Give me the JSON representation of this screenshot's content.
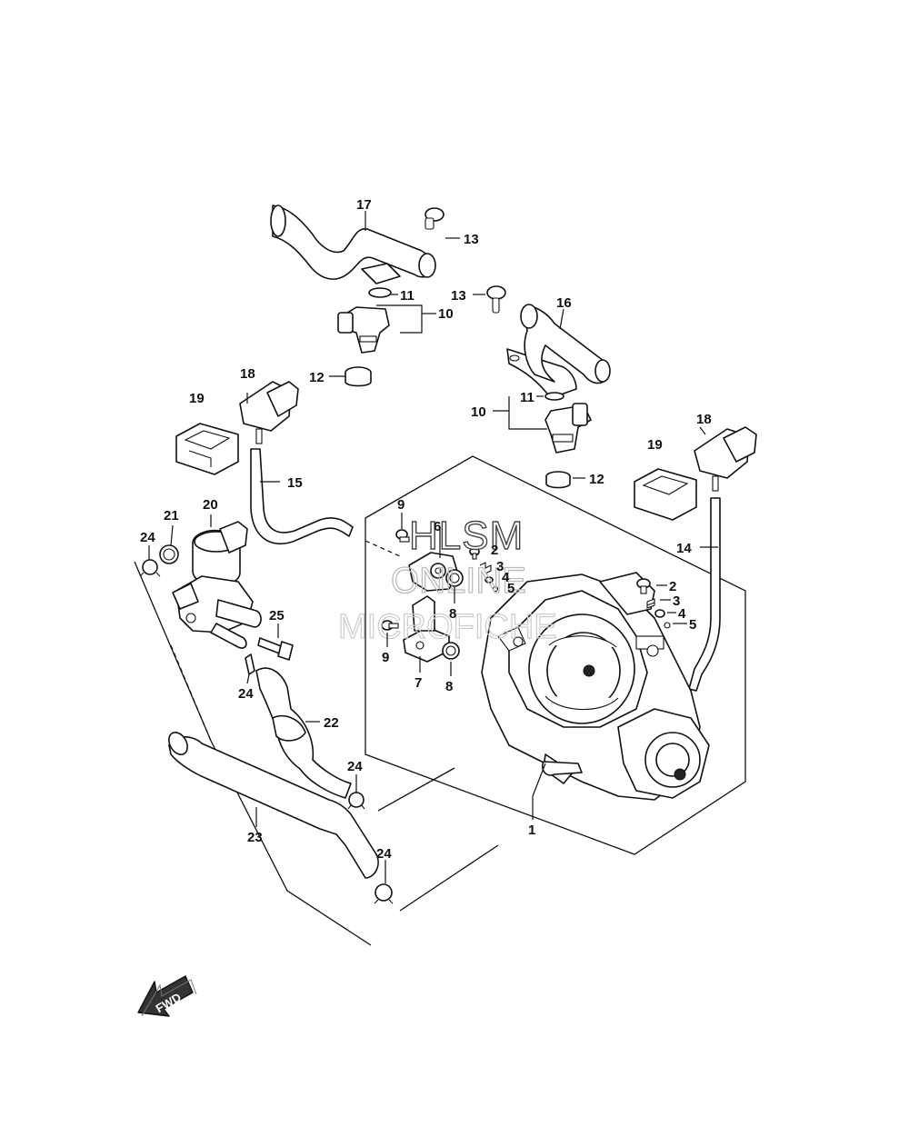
{
  "watermark": {
    "line1": "HLSM",
    "line2": "ONLINE",
    "line3": "MICROFICHE"
  },
  "direction_label": "FWD",
  "callouts": {
    "c1": "1",
    "c2a": "2",
    "c2b": "2",
    "c3a": "3",
    "c3b": "3",
    "c4a": "4",
    "c4b": "4",
    "c5a": "5",
    "c5b": "5",
    "c6": "6",
    "c7": "7",
    "c8a": "8",
    "c8b": "8",
    "c9a": "9",
    "c9b": "9",
    "c10a": "10",
    "c10b": "10",
    "c11a": "11",
    "c11b": "11",
    "c12a": "12",
    "c12b": "12",
    "c13a": "13",
    "c13b": "13",
    "c14": "14",
    "c15": "15",
    "c16": "16",
    "c17": "17",
    "c18a": "18",
    "c18b": "18",
    "c19a": "19",
    "c19b": "19",
    "c20": "20",
    "c21": "21",
    "c22": "22",
    "c23": "23",
    "c24a": "24",
    "c24b": "24",
    "c24c": "24",
    "c24d": "24",
    "c25": "25"
  }
}
